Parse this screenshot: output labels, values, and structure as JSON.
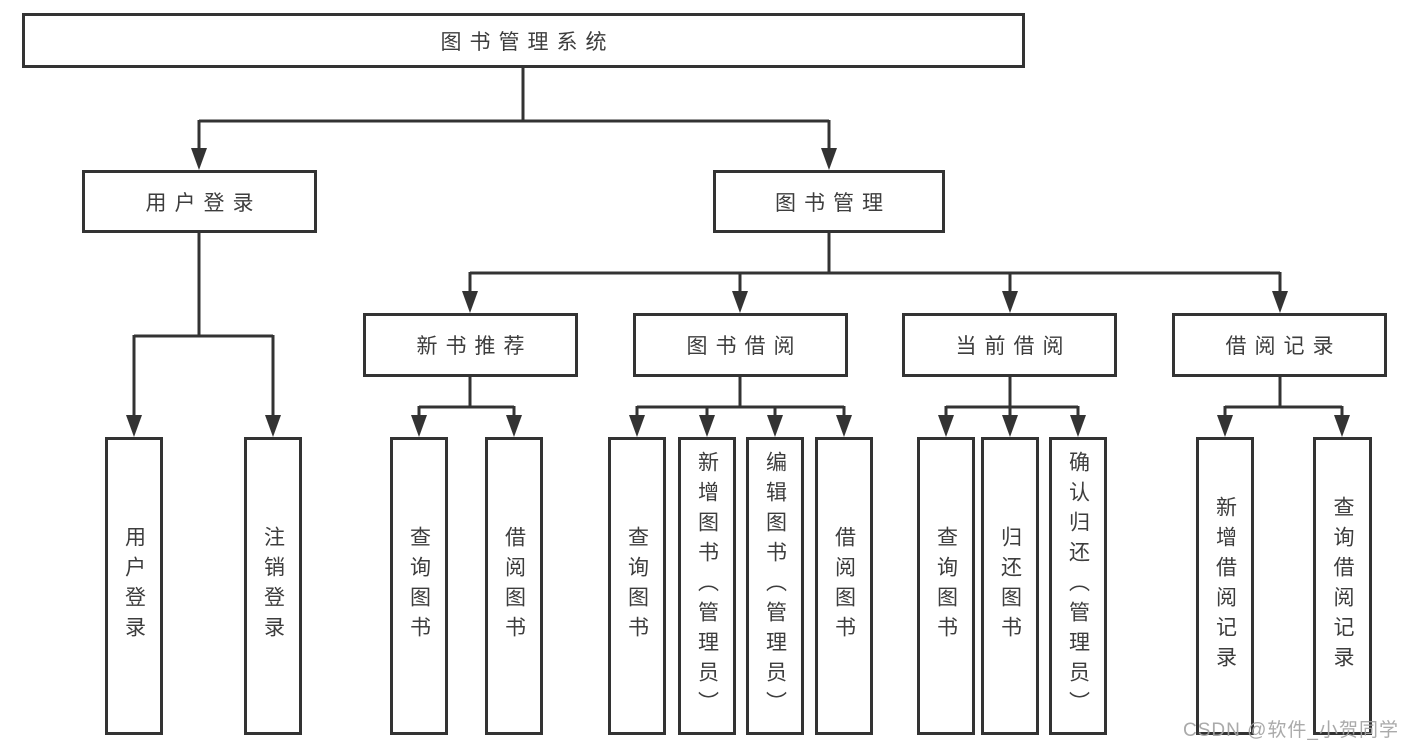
{
  "diagram": {
    "type": "tree",
    "title": "图书管理系统",
    "colors": {
      "line": "#333333",
      "text": "#3d3d3d",
      "watermark": "#a3a3a3",
      "box_bg": "#ffffff"
    },
    "nodes": {
      "root": {
        "label": "图书管理系统"
      },
      "l2": [
        {
          "label": "用户登录",
          "parent": "图书管理系统"
        },
        {
          "label": "图书管理",
          "parent": "图书管理系统"
        }
      ],
      "l3": [
        {
          "label": "新书推荐",
          "parent": "图书管理"
        },
        {
          "label": "图书借阅",
          "parent": "图书管理"
        },
        {
          "label": "当前借阅",
          "parent": "图书管理"
        },
        {
          "label": "借阅记录",
          "parent": "图书管理"
        }
      ],
      "l4": [
        {
          "label": "用户登录",
          "parent": "用户登录"
        },
        {
          "label": "注销登录",
          "parent": "用户登录"
        },
        {
          "label": "查询图书",
          "parent": "新书推荐"
        },
        {
          "label": "借阅图书",
          "parent": "新书推荐"
        },
        {
          "label": "查询图书",
          "parent": "图书借阅"
        },
        {
          "label": "新增图书（管理员）",
          "parent": "图书借阅"
        },
        {
          "label": "编辑图书（管理员）",
          "parent": "图书借阅"
        },
        {
          "label": "借阅图书",
          "parent": "图书借阅"
        },
        {
          "label": "查询图书",
          "parent": "当前借阅"
        },
        {
          "label": "归还图书",
          "parent": "当前借阅"
        },
        {
          "label": "确认归还（管理员）",
          "parent": "当前借阅"
        },
        {
          "label": "新增借阅记录",
          "parent": "借阅记录"
        },
        {
          "label": "查询借阅记录",
          "parent": "借阅记录"
        }
      ]
    },
    "watermark": {
      "text": "CSDN @软件_小贺同学"
    }
  }
}
